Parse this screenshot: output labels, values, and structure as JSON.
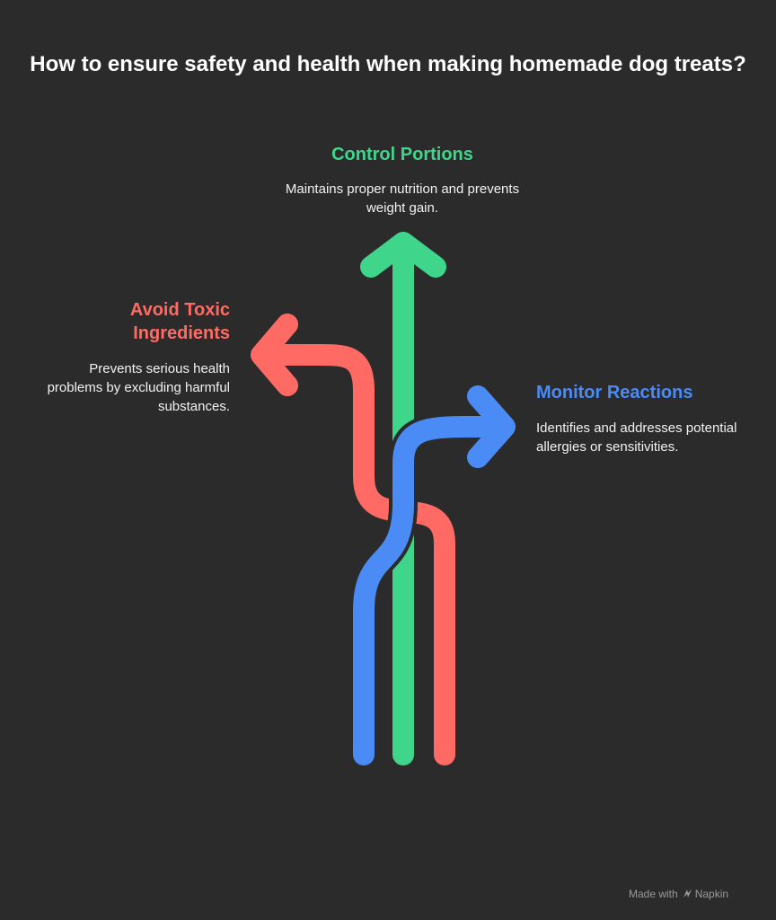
{
  "title": "How to ensure safety and health when making homemade dog treats?",
  "colors": {
    "background": "#2b2b2b",
    "green": "#3fd68c",
    "red": "#ff6b64",
    "blue": "#4b8bf5"
  },
  "branches": {
    "control": {
      "heading": "Control Portions",
      "description": "Maintains proper nutrition and prevents weight gain.",
      "color": "#3fd68c",
      "icon": "arrow-up-icon"
    },
    "avoid": {
      "heading": "Avoid Toxic Ingredients",
      "description": "Prevents serious health problems by excluding harmful substances.",
      "color": "#ff6b64",
      "icon": "arrow-left-icon"
    },
    "monitor": {
      "heading": "Monitor Reactions",
      "description": "Identifies and addresses potential allergies or sensitivities.",
      "color": "#4b8bf5",
      "icon": "arrow-right-icon"
    }
  },
  "watermark": {
    "prefix": "Made with",
    "brand": "Napkin",
    "icon": "napkin-logo-icon"
  }
}
